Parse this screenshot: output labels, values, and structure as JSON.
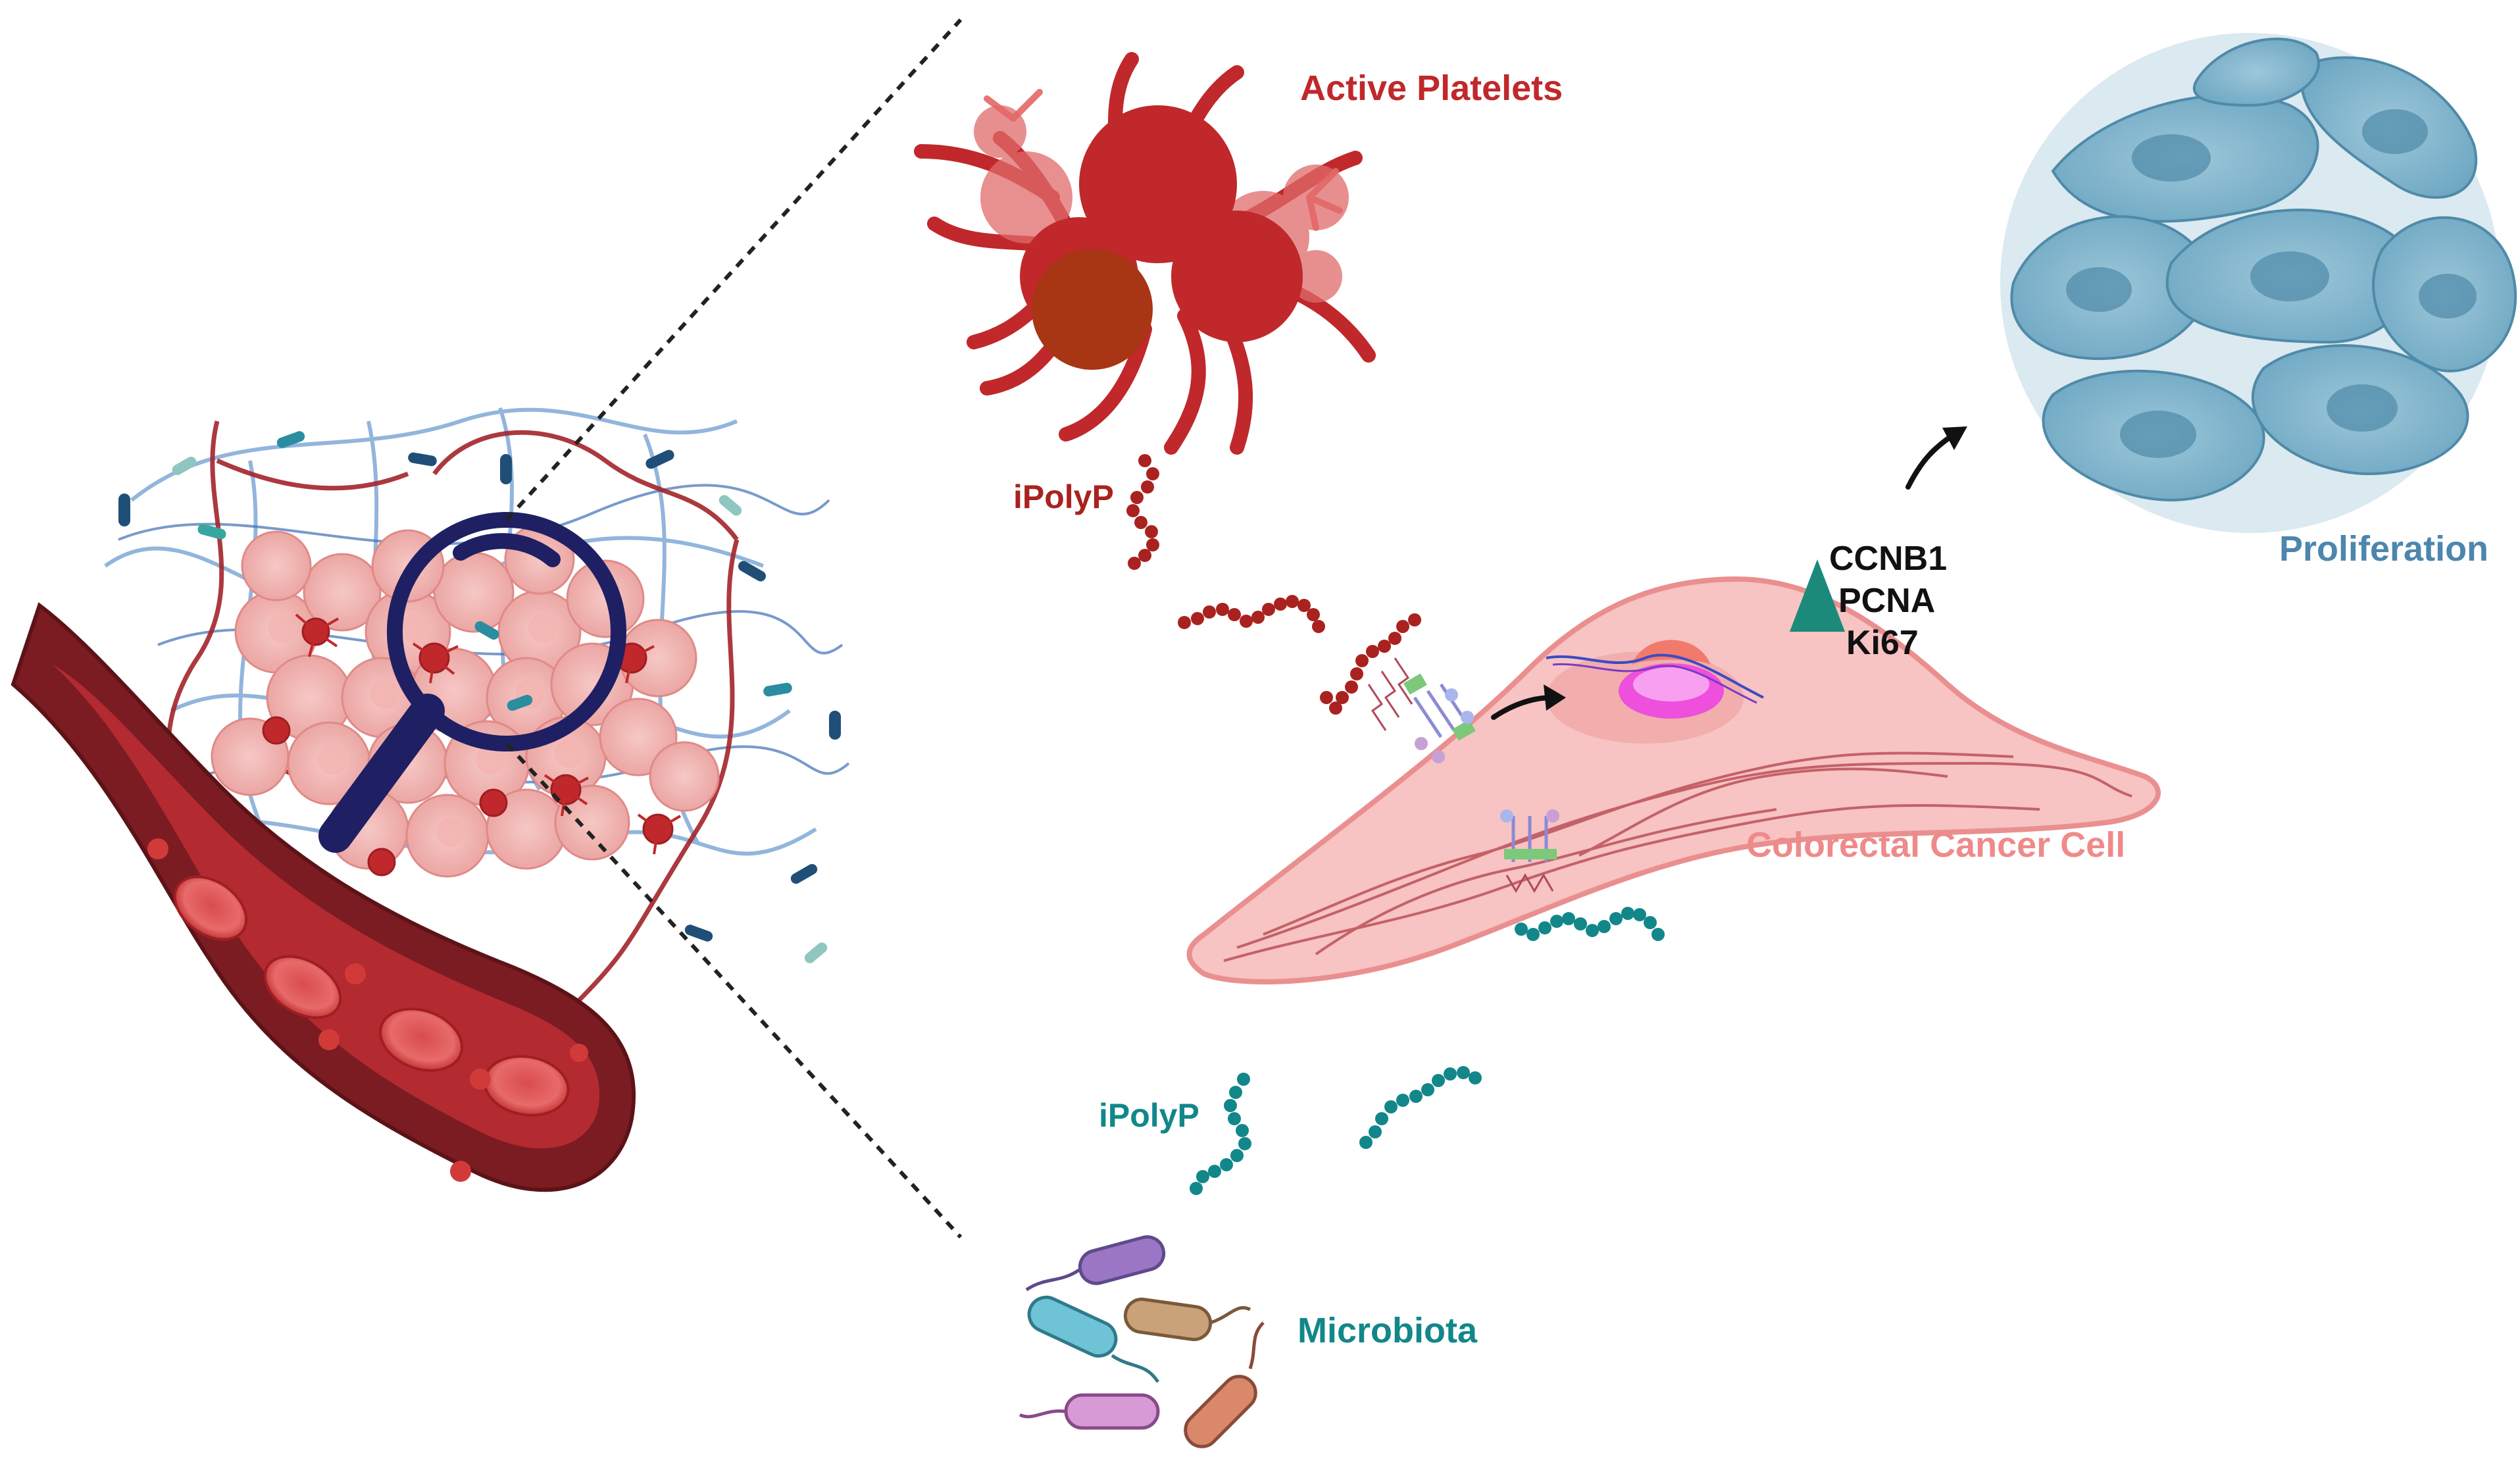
{
  "labels": {
    "active_platelets": "Active Platelets",
    "ipolyp_platelet": "iPolyP",
    "proliferation": "Proliferation",
    "marker_1": "CCNB1",
    "marker_2": "PCNA",
    "marker_3": "Ki67",
    "cancer_cell": "Colorectal Cancer Cell",
    "ipolyp_microbiota": "iPolyP",
    "microbiota": "Microbiota"
  },
  "colors": {
    "platelet_red": "#c0282b",
    "polyp_platelet": "#a9221f",
    "polyp_microbe": "#12878a",
    "proliferation_blue": "#4d86ad",
    "cancer_pink": "#ef8a8a",
    "marker_teal": "#1b8a7a",
    "magnifier_navy": "#1f1f63",
    "vessel_dark": "#7a1c22"
  }
}
